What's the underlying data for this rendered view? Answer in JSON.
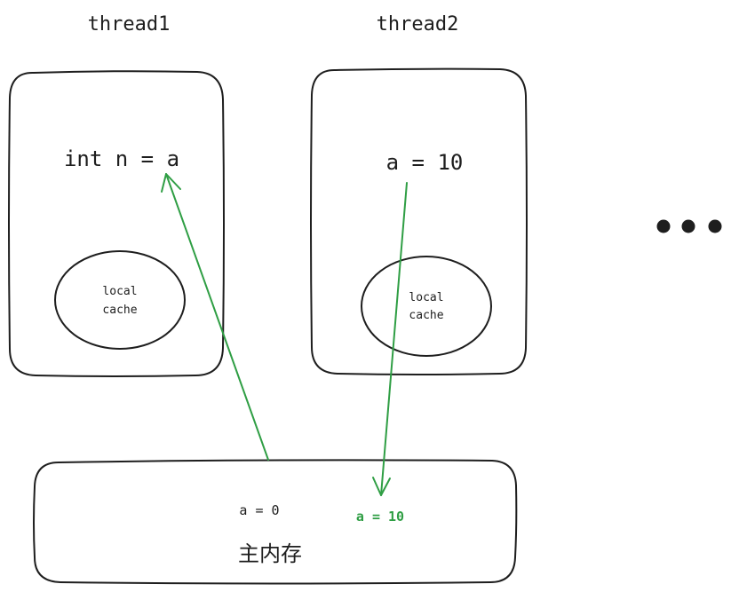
{
  "threads": [
    {
      "title": "thread1",
      "statement": "int n = a",
      "cache_line1": "local",
      "cache_line2": "cache"
    },
    {
      "title": "thread2",
      "statement": "a = 10",
      "cache_line1": "local",
      "cache_line2": "cache"
    }
  ],
  "ellipsis_label": "more threads",
  "main_memory": {
    "label": "主内存",
    "old_value": "a = 0",
    "new_value": "a = 10"
  },
  "colors": {
    "stroke": "#1e1e1e",
    "arrow": "#2f9e44",
    "text": "#1e1e1e",
    "new_value_text": "#2f9e44"
  }
}
